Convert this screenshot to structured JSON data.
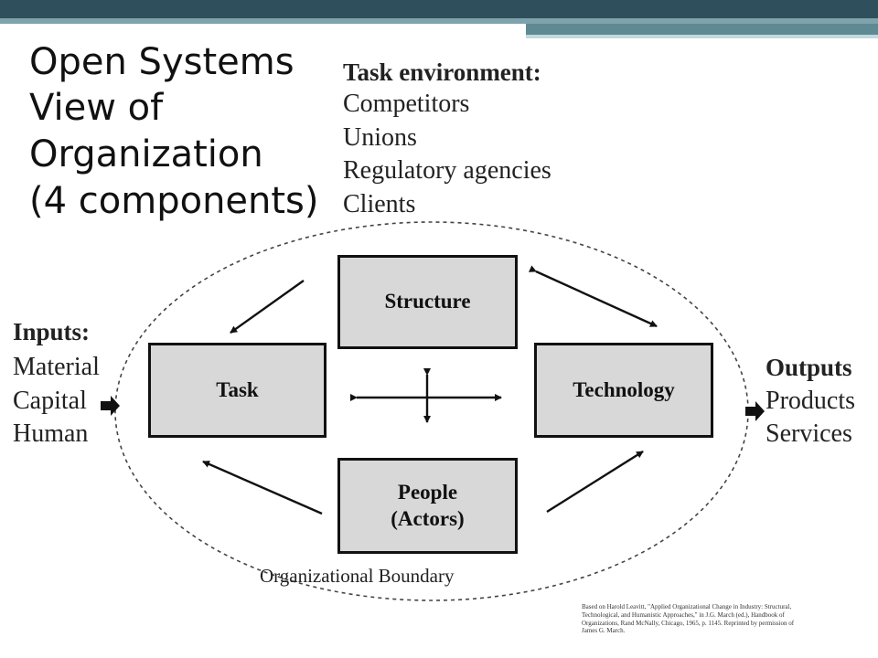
{
  "title_lines": [
    "Open Systems",
    "View of",
    "Organization",
    "(4 components)"
  ],
  "task_environment": {
    "heading": "Task environment:",
    "items": [
      "Competitors",
      "Unions",
      "Regulatory agencies",
      "Clients"
    ]
  },
  "inputs": {
    "heading": "Inputs:",
    "items": [
      "Material",
      "Capital",
      "Human"
    ]
  },
  "outputs": {
    "heading": "Outputs",
    "items": [
      "Products",
      "Services"
    ]
  },
  "components": {
    "structure": "Structure",
    "task": "Task",
    "technology": "Technology",
    "people_line1": "People",
    "people_line2": "(Actors)"
  },
  "boundary_label": "Organizational Boundary",
  "citation": "Based on Harold Leavitt, \"Applied Organizational Change in Industry: Structural, Technological, and Humanistic Approaches,\" in J.G. March (ed.), Handbook of Organizations, Rand McNally, Chicago, 1965, p. 1145. Reprinted by permission of James G. March.",
  "colors": {
    "bar_dark": "#2f4f5c",
    "bar_teal": "#5f8a94",
    "box_fill": "#d8d8d8",
    "ink": "#111111"
  }
}
